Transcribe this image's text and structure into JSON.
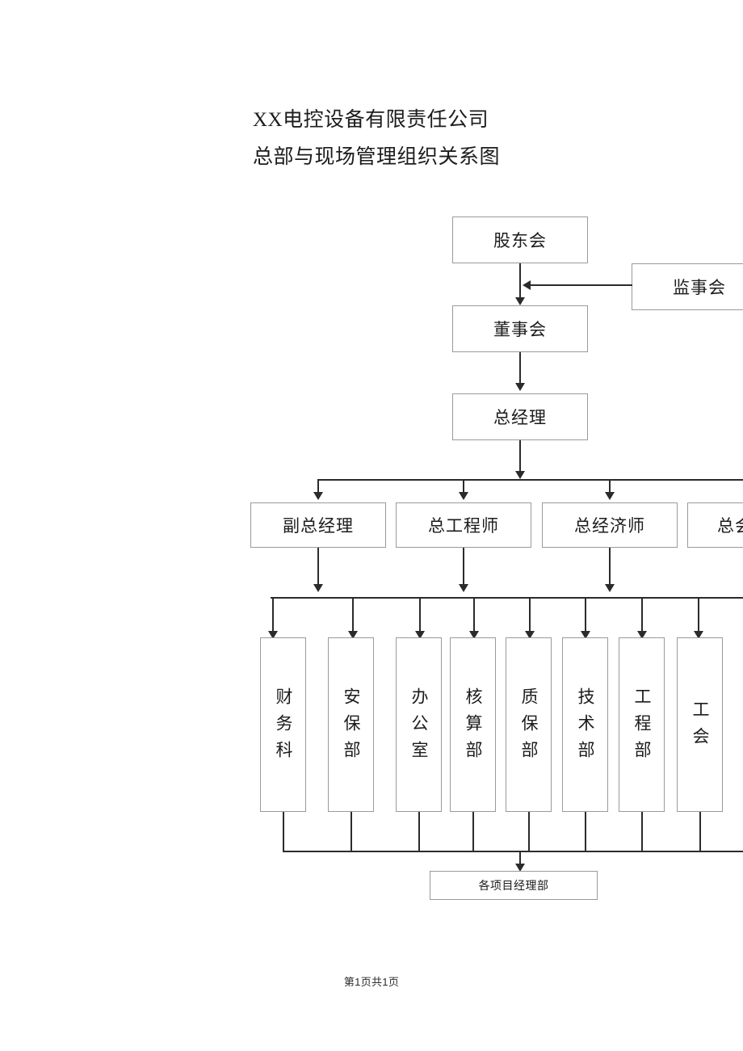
{
  "document": {
    "title_lines": [
      "XX电控设备有限责任公司",
      "总部与现场管理组织关系图"
    ],
    "footer": "第1页共1页"
  },
  "chart_data": {
    "type": "diagram",
    "diagram_kind": "organization-chart",
    "title": "XX电控设备有限责任公司 总部与现场管理组织关系图",
    "orientation": "top-down",
    "levels": [
      {
        "level": 1,
        "name": "governance",
        "nodes": [
          {
            "id": "shareholders",
            "label": "股东会"
          },
          {
            "id": "supervisors",
            "label": "监事会",
            "clipped_at_right_edge": true
          }
        ]
      },
      {
        "level": 2,
        "name": "board",
        "nodes": [
          {
            "id": "board",
            "label": "董事会"
          }
        ]
      },
      {
        "level": 3,
        "name": "general-manager",
        "nodes": [
          {
            "id": "gm",
            "label": "总经理"
          }
        ]
      },
      {
        "level": 4,
        "name": "senior-officers",
        "nodes": [
          {
            "id": "deputy-gm",
            "label": "副总经理"
          },
          {
            "id": "chief-engineer",
            "label": "总工程师"
          },
          {
            "id": "chief-economist",
            "label": "总经济师"
          },
          {
            "id": "chief-accountant",
            "label": "总会",
            "clipped_at_right_edge": true
          }
        ]
      },
      {
        "level": 5,
        "name": "departments",
        "nodes": [
          {
            "id": "finance",
            "label": "财务科"
          },
          {
            "id": "security",
            "label": "安保部"
          },
          {
            "id": "office",
            "label": "办公室"
          },
          {
            "id": "accounting",
            "label": "核算部"
          },
          {
            "id": "quality",
            "label": "质保部"
          },
          {
            "id": "technology",
            "label": "技术部"
          },
          {
            "id": "engineering",
            "label": "工程部"
          },
          {
            "id": "union",
            "label": "工会"
          }
        ]
      },
      {
        "level": 6,
        "name": "project-departments",
        "nodes": [
          {
            "id": "projects",
            "label": "各项目经理部"
          }
        ]
      }
    ],
    "edges": [
      {
        "from": "shareholders",
        "to": "board",
        "style": "arrow"
      },
      {
        "from": "supervisors",
        "to": "shareholders-board-link",
        "style": "arrow-left"
      },
      {
        "from": "board",
        "to": "gm",
        "style": "arrow"
      },
      {
        "from": "gm",
        "to": "senior-officers-bus",
        "style": "arrow"
      },
      {
        "from": "senior-officers-bus",
        "to": "deputy-gm",
        "style": "arrow"
      },
      {
        "from": "senior-officers-bus",
        "to": "chief-engineer",
        "style": "arrow"
      },
      {
        "from": "senior-officers-bus",
        "to": "chief-economist",
        "style": "arrow"
      },
      {
        "from": "senior-officers-bus",
        "to": "chief-accountant",
        "style": "arrow"
      },
      {
        "from": "deputy-gm",
        "to": "departments-bus",
        "style": "arrow"
      },
      {
        "from": "chief-engineer",
        "to": "departments-bus",
        "style": "arrow"
      },
      {
        "from": "chief-economist",
        "to": "departments-bus",
        "style": "arrow"
      },
      {
        "from": "departments-bus",
        "to": "finance",
        "style": "arrow"
      },
      {
        "from": "departments-bus",
        "to": "security",
        "style": "arrow"
      },
      {
        "from": "departments-bus",
        "to": "office",
        "style": "arrow"
      },
      {
        "from": "departments-bus",
        "to": "accounting",
        "style": "arrow"
      },
      {
        "from": "departments-bus",
        "to": "quality",
        "style": "arrow"
      },
      {
        "from": "departments-bus",
        "to": "technology",
        "style": "arrow"
      },
      {
        "from": "departments-bus",
        "to": "engineering",
        "style": "arrow"
      },
      {
        "from": "departments-bus",
        "to": "union",
        "style": "arrow"
      },
      {
        "from": "departments-collector-bus",
        "to": "projects",
        "style": "arrow"
      }
    ],
    "colors": {
      "box_border": "#9a9a9a",
      "connector": "#2b2b2b",
      "text": "#1c1c1c",
      "background": "#ffffff"
    }
  }
}
